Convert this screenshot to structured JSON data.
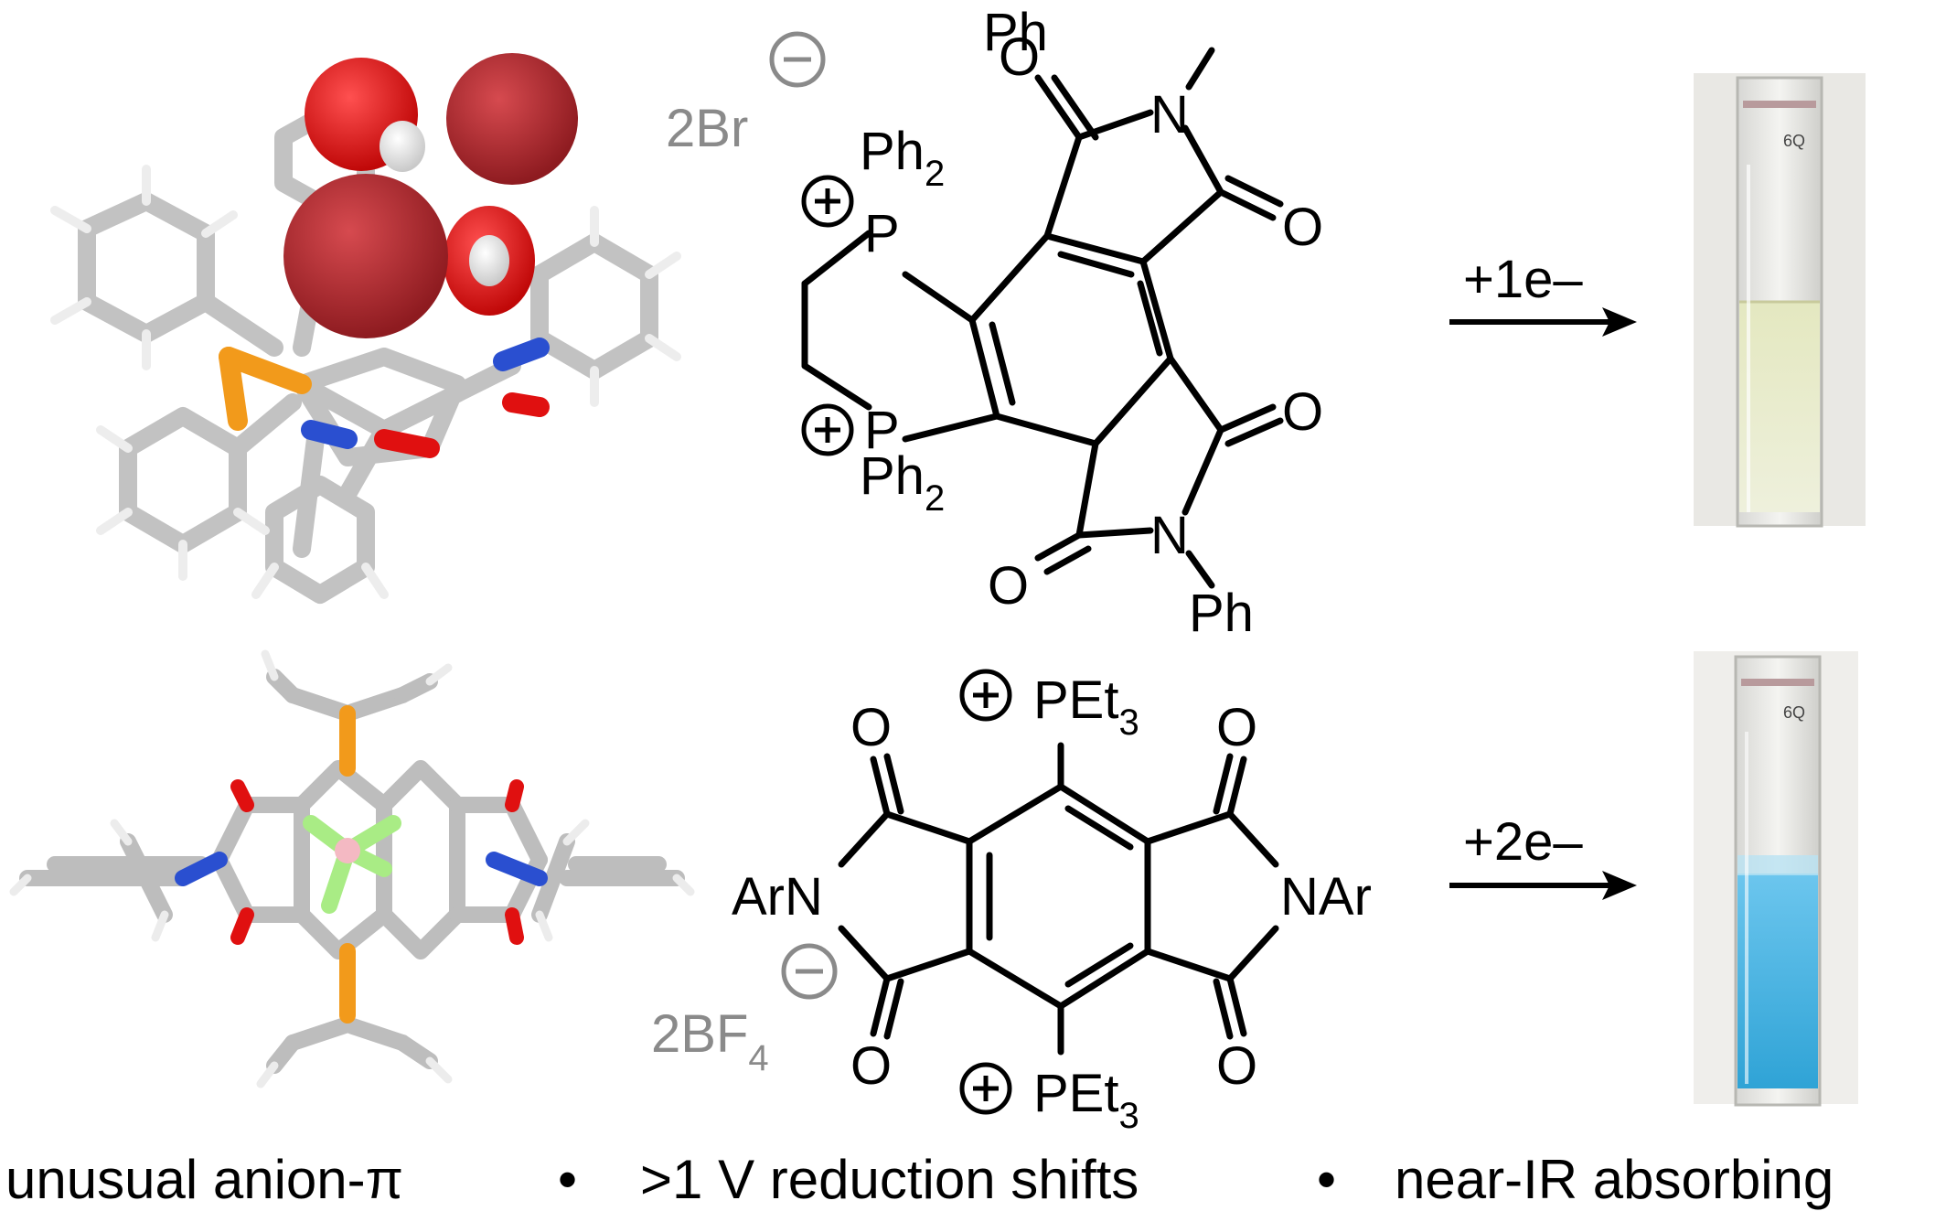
{
  "top": {
    "counterion": "2Br",
    "ph_top": "Ph",
    "ph_bottom": "Ph",
    "p_upper_sub": "Ph",
    "p_lower_sub": "Ph",
    "sub2": "2",
    "atom_p": "P",
    "atom_n": "N",
    "atom_o": "O",
    "arrow_label": "+1e–"
  },
  "bottom": {
    "counterion": "2BF",
    "counterion_sub": "4",
    "pet3_top": "PEt",
    "pet3_bottom": "PEt",
    "sub3": "3",
    "narl": "ArN",
    "narr": "NAr",
    "atom_o": "O",
    "arrow_label": "+2e–"
  },
  "cuvette_label": "6Q",
  "colors": {
    "bromide": "#b5262c",
    "oxygen": "#e01010",
    "nitrogen": "#2a4fd0",
    "phosphorus": "#f29a1b",
    "fluorine": "#a9ec85",
    "boron": "#f4b9c3",
    "carbon": "#bdbdbd",
    "hydrogen": "#ececec",
    "solution_top": "#e9ecd0",
    "solution_bottom": "#3fb0e0"
  },
  "caption": {
    "part1": "unusual anion-π",
    "bullet": "•",
    "part2": ">1 V reduction shifts",
    "part3": "near-IR absorbing"
  }
}
